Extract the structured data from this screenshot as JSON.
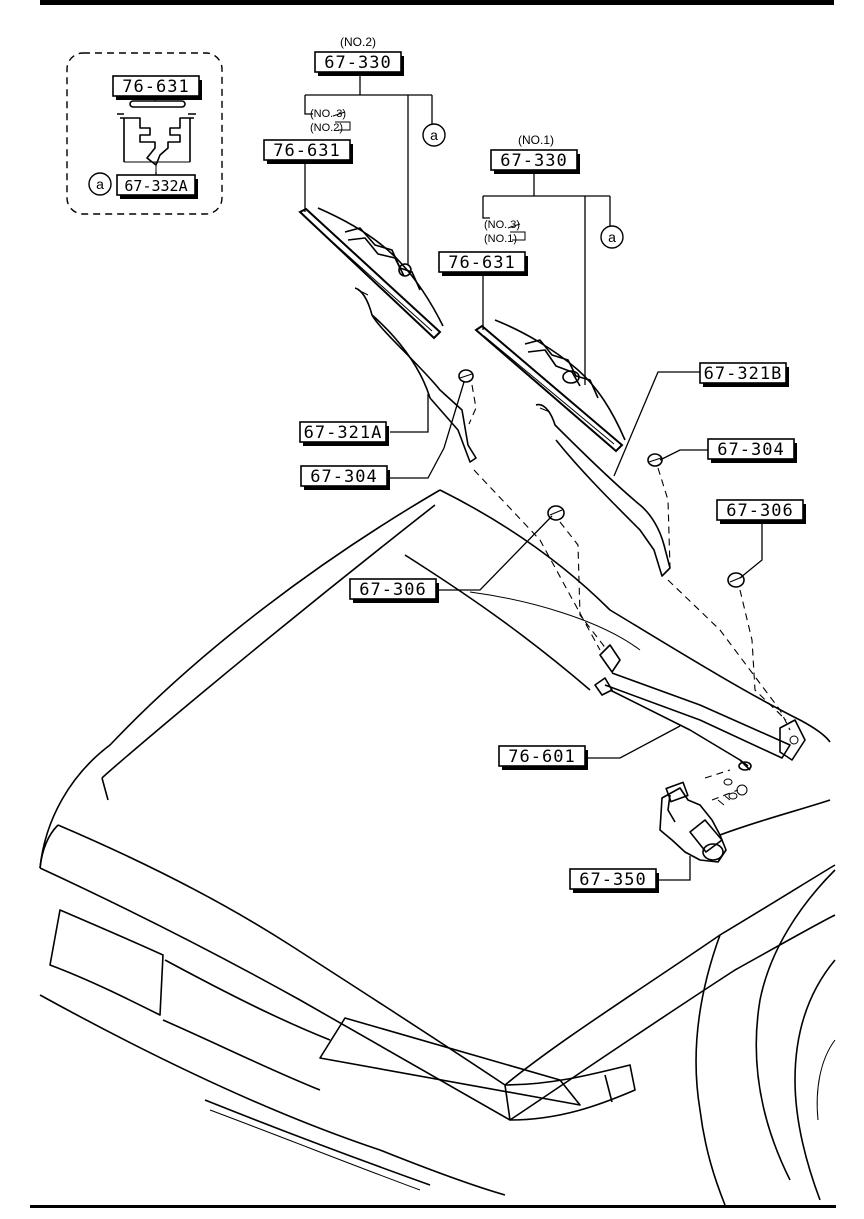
{
  "labels": {
    "inset_top": "76-631",
    "inset_bottom": "67-332A",
    "blade_no2": "67-330",
    "refill_no2": "76-631",
    "blade_no1": "67-330",
    "refill_no1": "76-631",
    "arm_a": "67-321A",
    "nut_a": "67-304",
    "arm_b": "67-321B",
    "nut_b": "67-304",
    "cap_b": "67-306",
    "cap_a": "67-306",
    "linkage": "76-601",
    "motor": "67-350"
  },
  "notes": {
    "no2_top": "(NO.2)",
    "no2_sub1": "(NO. 3)",
    "no2_sub2": "(NO.2)",
    "no1_top": "(NO.1)",
    "no1_sub1": "(NO. 3)",
    "no1_sub2": "(NO.1)"
  },
  "markers": {
    "a1": "a",
    "a2": "a",
    "a3": "a"
  }
}
